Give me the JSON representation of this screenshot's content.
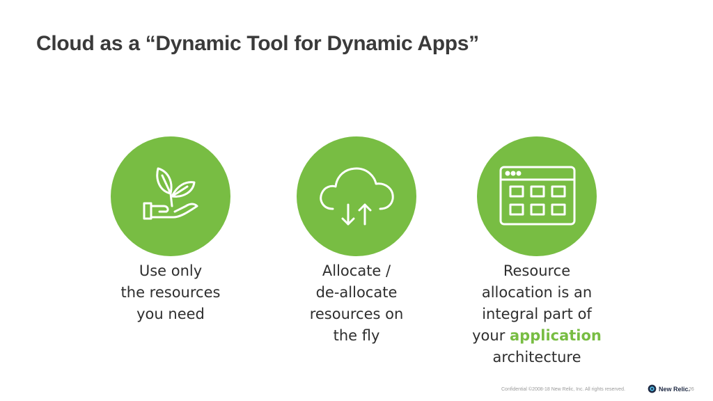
{
  "slide": {
    "title": "Cloud as a “Dynamic Tool for Dynamic Apps”"
  },
  "items": [
    {
      "icon": "hand-plant-icon",
      "lines": [
        "Use only",
        "the resources",
        "you need"
      ]
    },
    {
      "icon": "cloud-updown-icon",
      "lines": [
        "Allocate /",
        "de-allocate",
        "resources on",
        "the fly"
      ]
    },
    {
      "icon": "browser-window-icon",
      "lines": [
        "Resource",
        "allocation is an",
        "integral part of"
      ],
      "last_line_prefix": "your ",
      "last_line_highlight": "application",
      "final_line": "architecture"
    }
  ],
  "footer": {
    "confidential": "Confidential  ©2008-18 New Relic, Inc. All rights reserved.",
    "brand": "New Relic.",
    "page_number": "26"
  },
  "colors": {
    "accent_green": "#78bd43",
    "title_text": "#3a3a3a",
    "body_text": "#2e2e2e"
  }
}
